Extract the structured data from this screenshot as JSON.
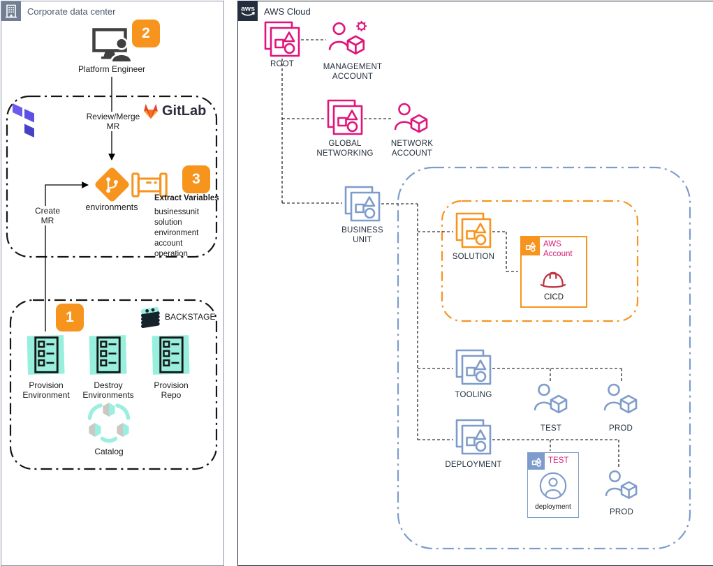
{
  "colors": {
    "pink": "#E0157B",
    "blue": "#7E9CCB",
    "orange": "#F7941E",
    "teal": "#98EFDE",
    "navy": "#232F3E",
    "slate_header": "#717E93",
    "cicd_red": "#C03246",
    "terraform_purple": "#5C50E6",
    "gitlab_orange": "#FC6D26"
  },
  "left_panel": {
    "title": "Corporate data center",
    "platform_engineer": {
      "badge": "2",
      "label": "Platform Engineer"
    },
    "edges": {
      "review_merge": "Review/Merge MR",
      "create_mr": "Create MR"
    },
    "gitlab_box": {
      "gitlab_logo": "GitLab",
      "environments_label": "environments",
      "badge": "3",
      "extract_title": "Extract Variables",
      "variables": [
        "businessunit",
        "solution",
        "environment",
        "account",
        "operation"
      ]
    },
    "backstage_box": {
      "badge": "1",
      "logo_label": "BACKSTAGE",
      "items": [
        {
          "label": "Provision Environment"
        },
        {
          "label": "Destroy Environments"
        },
        {
          "label": "Provision Repo"
        }
      ],
      "catalog_label": "Catalog"
    }
  },
  "aws_panel": {
    "title": "AWS Cloud",
    "logo": "aws",
    "nodes": {
      "root": "ROOT",
      "management_account": "MANAGEMENT ACCOUNT",
      "global_networking": "GLOBAL NETWORKING",
      "network_account": "NETWORK ACCOUNT",
      "business_unit": "BUSINESS UNIT",
      "solution": "SOLUTION",
      "aws_account": "AWS Account",
      "cicd": "CICD",
      "tooling": "TOOLING",
      "test": "TEST",
      "prod": "PROD",
      "deployment": "DEPLOYMENT",
      "test_box_title": "TEST",
      "test_box_item": "deployment",
      "prod_bottom": "PROD"
    }
  }
}
